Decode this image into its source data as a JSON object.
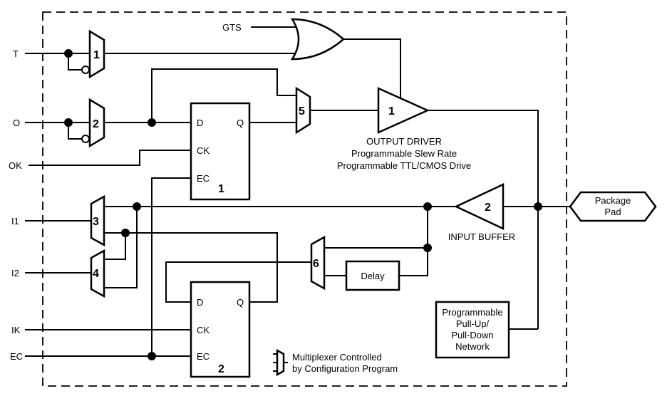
{
  "inputs": {
    "t": "T",
    "o": "O",
    "ok": "OK",
    "i1": "I1",
    "i2": "I2",
    "ik": "IK",
    "ec": "EC",
    "gts": "GTS"
  },
  "muxes": {
    "m1": "1",
    "m2": "2",
    "m3": "3",
    "m4": "4",
    "m5": "5",
    "m6": "6"
  },
  "flipflop1": {
    "d": "D",
    "q": "Q",
    "ck": "CK",
    "ec": "EC",
    "num": "1"
  },
  "flipflop2": {
    "d": "D",
    "q": "Q",
    "ck": "CK",
    "ec": "EC",
    "num": "2"
  },
  "output_driver": {
    "num": "1",
    "caption_line1": "OUTPUT DRIVER",
    "caption_line2": "Programmable Slew Rate",
    "caption_line3": "Programmable TTL/CMOS Drive"
  },
  "input_buffer": {
    "num": "2",
    "caption": "INPUT BUFFER"
  },
  "delay": {
    "label": "Delay"
  },
  "pullup": {
    "line1": "Programmable",
    "line2": "Pull-Up/",
    "line3": "Pull-Down",
    "line4": "Network"
  },
  "package_pad": {
    "line1": "Package",
    "line2": "Pad"
  },
  "legend": {
    "line1": "Multiplexer Controlled",
    "line2": "by Configuration Program"
  }
}
